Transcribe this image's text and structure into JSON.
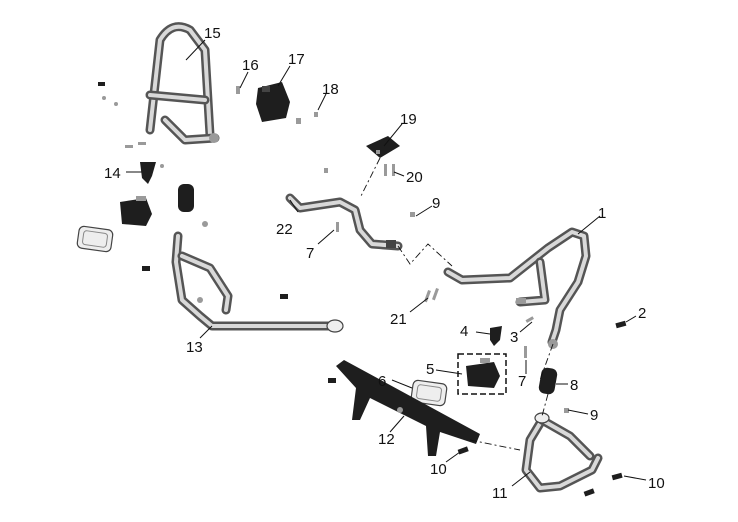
{
  "callouts": [
    "1",
    "2",
    "3",
    "4",
    "5",
    "6",
    "7",
    "7",
    "8",
    "9",
    "9",
    "10",
    "10",
    "11",
    "12",
    "13",
    "14",
    "15",
    "16",
    "17",
    "18",
    "19",
    "20",
    "21",
    "22"
  ],
  "colors": {
    "tube_dark": "#555555",
    "tube_light": "#d9d9d9",
    "part_dark": "#1e1e1e",
    "label": "#111111"
  }
}
